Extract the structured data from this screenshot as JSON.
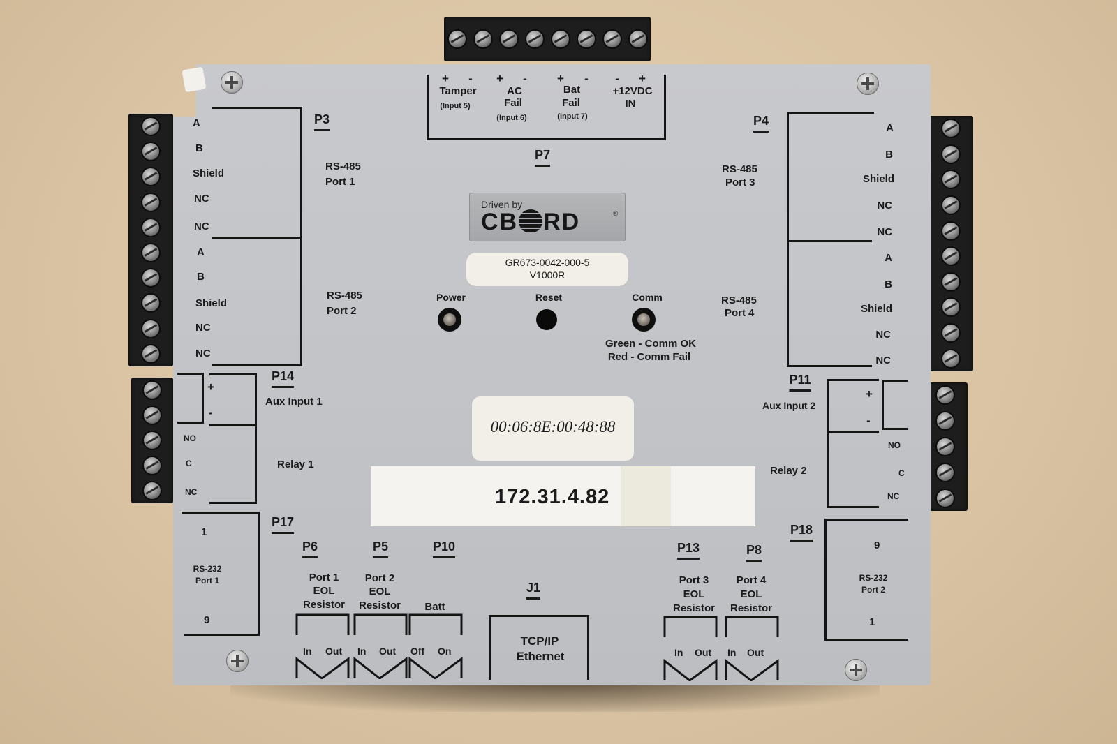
{
  "device": {
    "type": "access-control-panel",
    "logo": {
      "tagline": "Driven by",
      "brand": "CBORD",
      "registered_mark": "®"
    },
    "model_sticker": {
      "part_number": "GR673-0042-000-5",
      "model": "V1000R"
    },
    "mac_address": "00:06:8E:00:48:88",
    "ip_address": "172.31.4.82",
    "indicators": {
      "power": "Power",
      "reset": "Reset",
      "comm": "Comm",
      "comm_legend": [
        "Green - Comm OK",
        "Red - Comm Fail"
      ]
    }
  },
  "connectors": {
    "p7": {
      "id": "P7",
      "groups": [
        {
          "polarity": [
            "+",
            "-"
          ],
          "label": [
            "Tamper"
          ],
          "sub": "(Input 5)"
        },
        {
          "polarity": [
            "+",
            "-"
          ],
          "label": [
            "AC",
            "Fail"
          ],
          "sub": "(Input 6)"
        },
        {
          "polarity": [
            "+",
            "-"
          ],
          "label": [
            "Bat",
            "Fail"
          ],
          "sub": "(Input 7)"
        },
        {
          "polarity": [
            "-",
            "+"
          ],
          "label": [
            "+12VDC",
            "IN"
          ],
          "sub": ""
        }
      ]
    },
    "p3": {
      "id": "P3",
      "port1": {
        "title": [
          "RS-485",
          "Port 1"
        ],
        "pins": [
          "A",
          "B",
          "Shield",
          "NC",
          "NC"
        ]
      },
      "port2": {
        "title": [
          "RS-485",
          "Port 2"
        ],
        "pins": [
          "A",
          "B",
          "Shield",
          "NC",
          "NC"
        ]
      }
    },
    "p4": {
      "id": "P4",
      "port3": {
        "title": [
          "RS-485",
          "Port 3"
        ],
        "pins": [
          "A",
          "B",
          "Shield",
          "NC",
          "NC"
        ]
      },
      "port4": {
        "title": [
          "RS-485",
          "Port 4"
        ],
        "pins": [
          "A",
          "B",
          "Shield",
          "NC",
          "NC"
        ]
      }
    },
    "p14": {
      "id": "P14",
      "aux_label": "Aux Input 1",
      "relay_label": "Relay 1",
      "aux_pins": [
        "+",
        "-"
      ],
      "relay_pins": [
        "NO",
        "C",
        "NC"
      ]
    },
    "p11": {
      "id": "P11",
      "aux_label": "Aux Input 2",
      "relay_label": "Relay 2",
      "aux_pins": [
        "+",
        "-"
      ],
      "relay_pins": [
        "NO",
        "C",
        "NC"
      ]
    },
    "p17": {
      "id": "P17",
      "title": [
        "RS-232",
        "Port 1"
      ],
      "pin_top": "1",
      "pin_bottom": "9"
    },
    "p18": {
      "id": "P18",
      "title": [
        "RS-232",
        "Port 2"
      ],
      "pin_top": "9",
      "pin_bottom": "1"
    },
    "p6": {
      "id": "P6",
      "title": [
        "Port 1",
        "EOL",
        "Resistor"
      ],
      "positions": [
        "In",
        "Out"
      ]
    },
    "p5": {
      "id": "P5",
      "title": [
        "Port 2",
        "EOL",
        "Resistor"
      ],
      "positions": [
        "In",
        "Out"
      ]
    },
    "p10": {
      "id": "P10",
      "title": [
        "Batt"
      ],
      "positions": [
        "Off",
        "On"
      ]
    },
    "j1": {
      "id": "J1",
      "title": [
        "TCP/IP",
        "Ethernet"
      ]
    },
    "p13": {
      "id": "P13",
      "title": [
        "Port 3",
        "EOL",
        "Resistor"
      ],
      "positions": [
        "In",
        "Out"
      ]
    },
    "p8": {
      "id": "P8",
      "title": [
        "Port 4",
        "EOL",
        "Resistor"
      ],
      "positions": [
        "In",
        "Out"
      ]
    }
  }
}
